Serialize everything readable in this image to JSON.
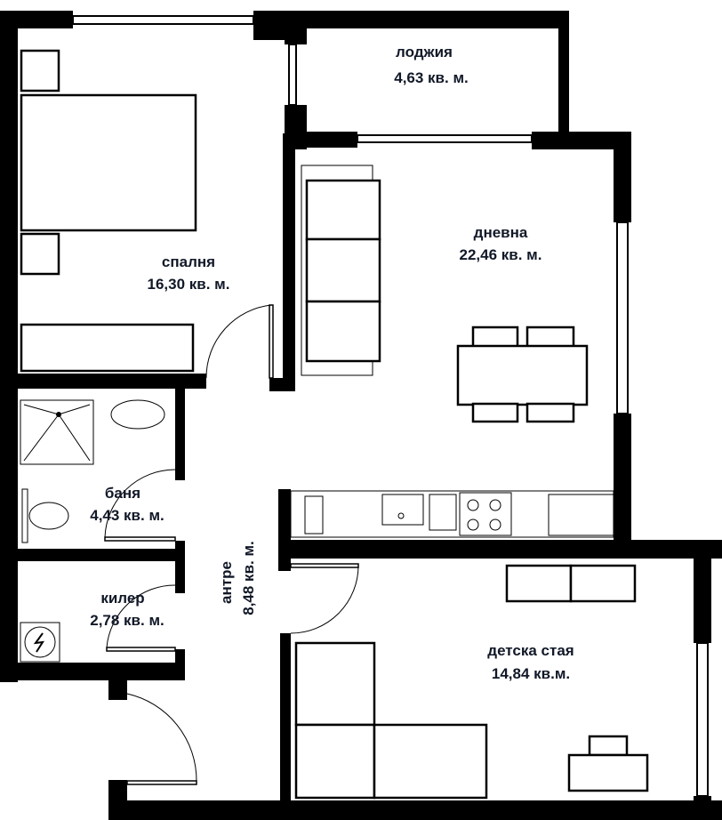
{
  "rooms": {
    "loggia": {
      "name": "лоджия",
      "area": "4,63 кв. м."
    },
    "living": {
      "name": "дневна",
      "area": "22,46 кв. м."
    },
    "bedroom": {
      "name": "спалня",
      "area": "16,30 кв. м."
    },
    "bathroom": {
      "name": "баня",
      "area": "4,43 кв. м."
    },
    "storage": {
      "name": "килер",
      "area": "2,78 кв. м."
    },
    "hallway": {
      "name": "антре",
      "area": "8,48 кв. м."
    },
    "kids_room": {
      "name": "детска стая",
      "area": "14,84 кв.м."
    }
  },
  "colors": {
    "wall": "#000000",
    "label": "#111827",
    "background": "#ffffff"
  }
}
